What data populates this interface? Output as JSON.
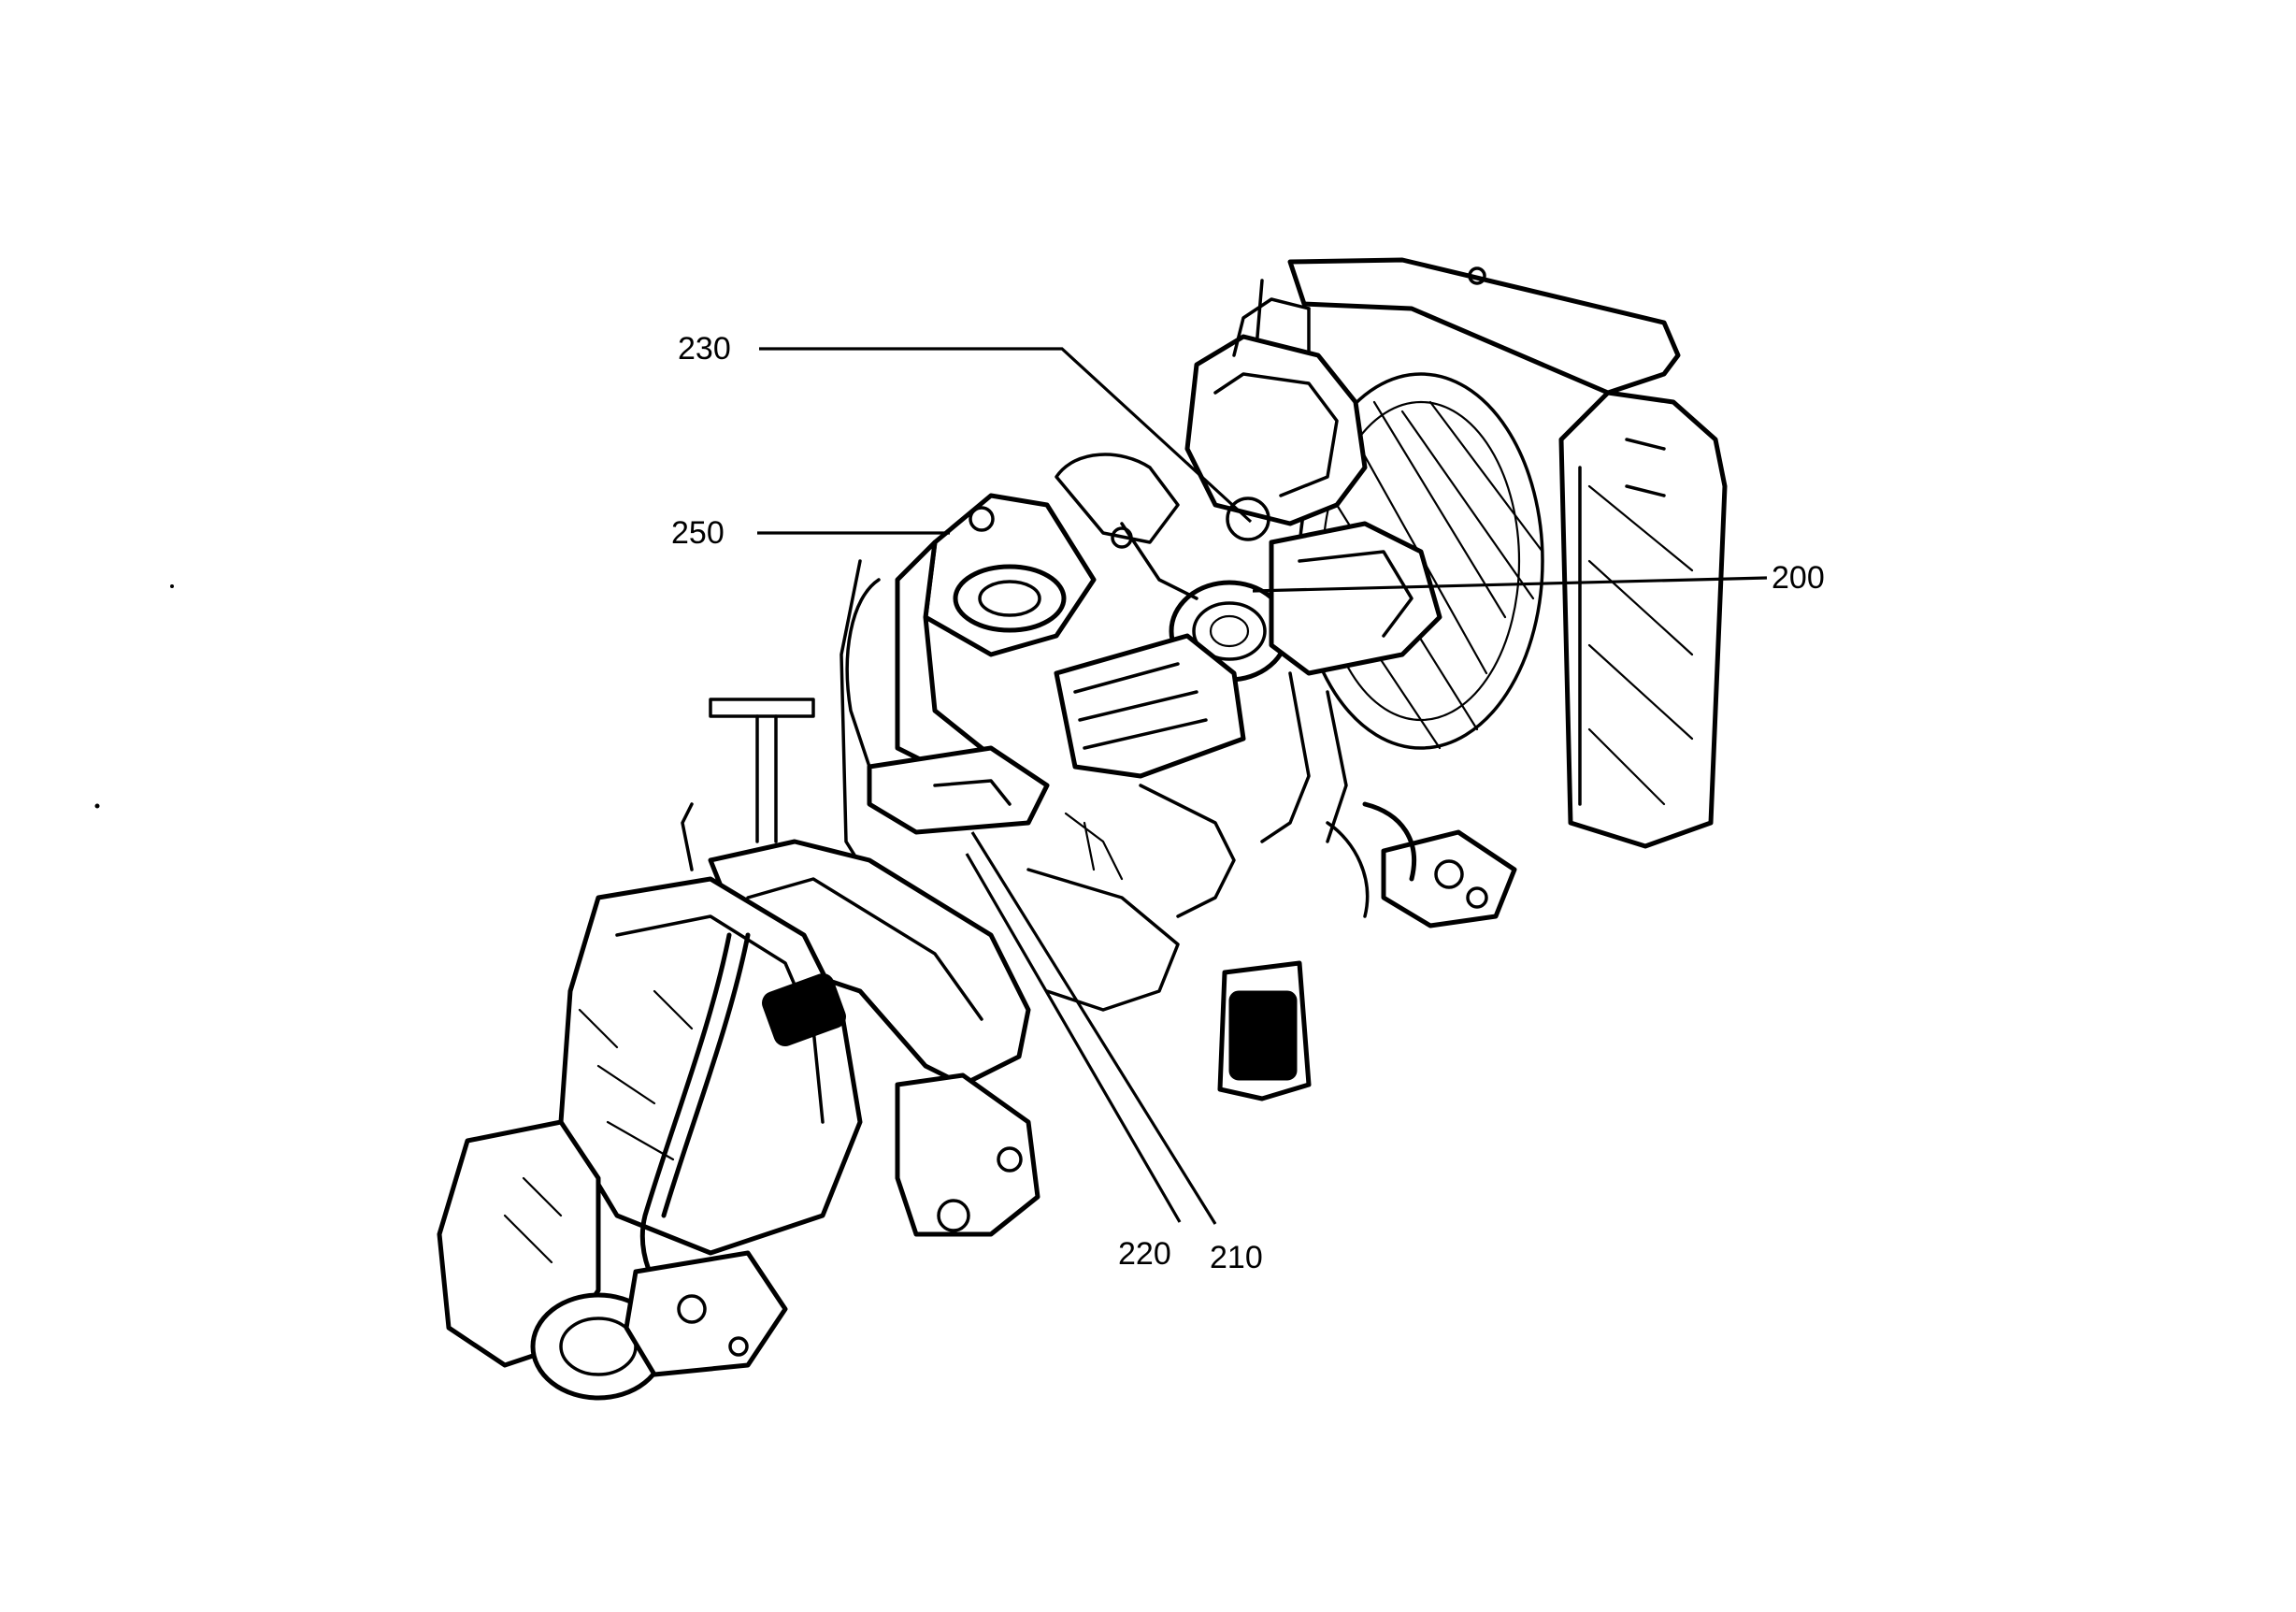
{
  "callouts": {
    "c200": "200",
    "c210": "210",
    "c220": "220",
    "c230": "230",
    "c250": "250"
  },
  "colors": {
    "ink": "#000000",
    "paper": "#ffffff"
  }
}
